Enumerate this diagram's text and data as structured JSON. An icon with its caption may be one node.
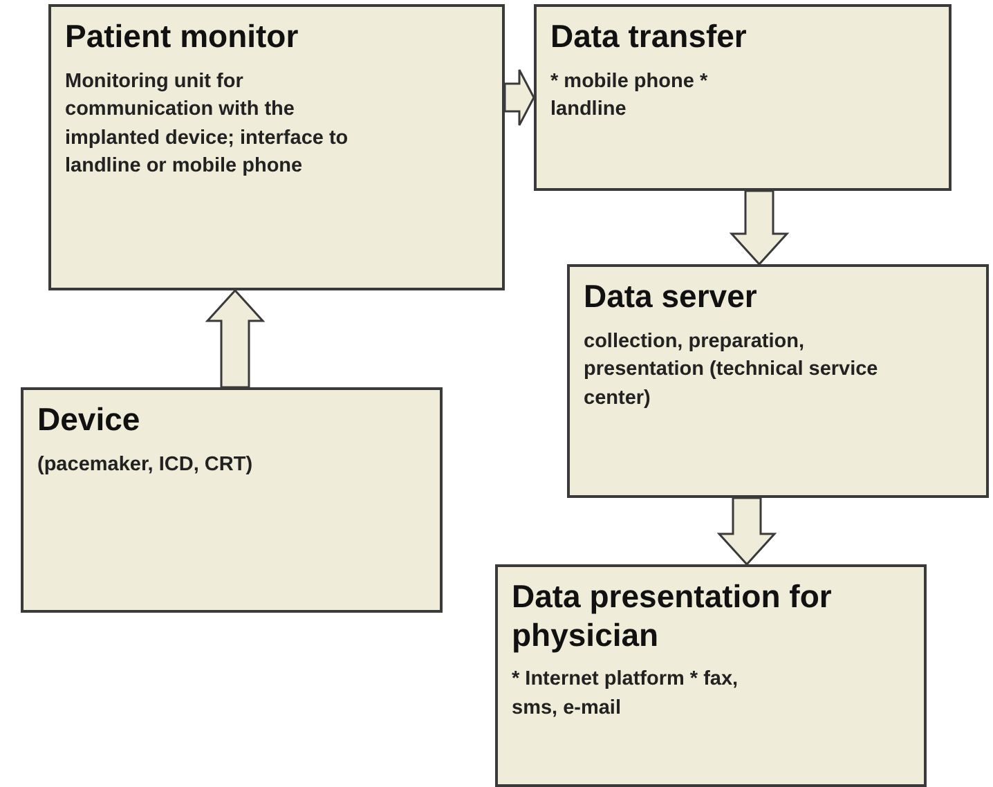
{
  "diagram": {
    "nodes": [
      {
        "text": [
          "Patient monitor",
          "Monitoring unit for communication with the implanted device; interface to landline or mobile phone"
        ]
      },
      {
        "text": [
          "Data transfer",
          "* mobile phone * landline"
        ]
      },
      {
        "text": [
          "Data server",
          "collection, preparation, presentation (technical service center)"
        ]
      },
      {
        "text": [
          "Device",
          "(pacemaker, ICD, CRT)"
        ]
      },
      {
        "text": [
          "Data presentation for physician",
          "* Internet platform * fax, sms, e-mail"
        ]
      }
    ],
    "edges": [
      {
        "from": 3,
        "to": 0,
        "arrow": "to"
      },
      {
        "from": 0,
        "to": 1,
        "arrow": "to"
      },
      {
        "from": 1,
        "to": 2,
        "arrow": "to"
      },
      {
        "from": 2,
        "to": 4,
        "arrow": "to"
      }
    ]
  }
}
